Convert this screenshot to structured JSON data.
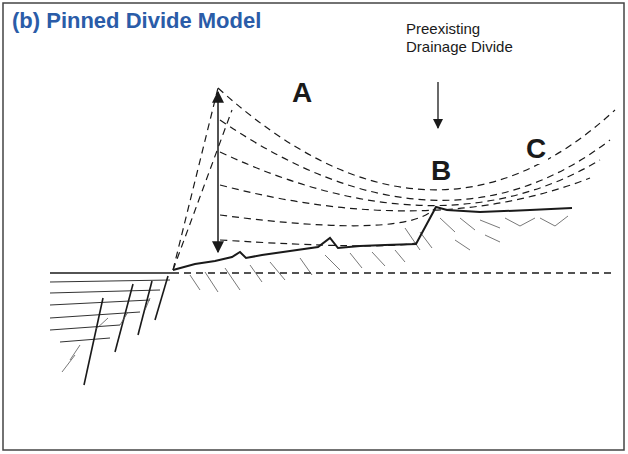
{
  "diagram": {
    "title": "(b) Pinned Divide Model",
    "labels": [
      "Preexisting Drainage Divide",
      "A",
      "B",
      "C"
    ]
  }
}
